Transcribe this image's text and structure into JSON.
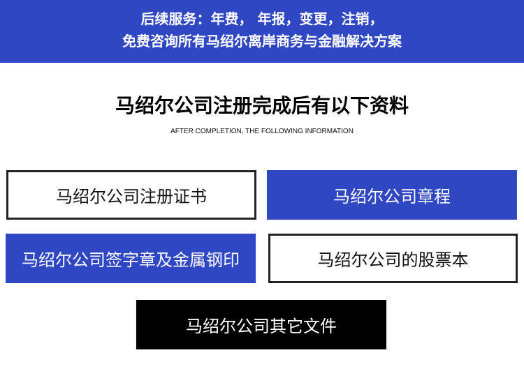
{
  "banner": {
    "line1": "后续服务：年费，  年报，变更，注销，",
    "line2": "免费咨询所有马绍尔离岸商务与金融解决方案"
  },
  "heading": {
    "title": "马绍尔公司注册完成后有以下资料",
    "subtitle": "AFTER COMPLETION, THE FOLLOWING INFORMATION"
  },
  "documents": [
    "马绍尔公司注册证书",
    "马绍尔公司章程",
    "马绍尔公司签字章及金属钢印",
    "马绍尔公司的股票本",
    "马绍尔公司其它文件"
  ],
  "colors": {
    "brand_blue": "#3047c3",
    "outline": "#222222",
    "black": "#000000"
  }
}
